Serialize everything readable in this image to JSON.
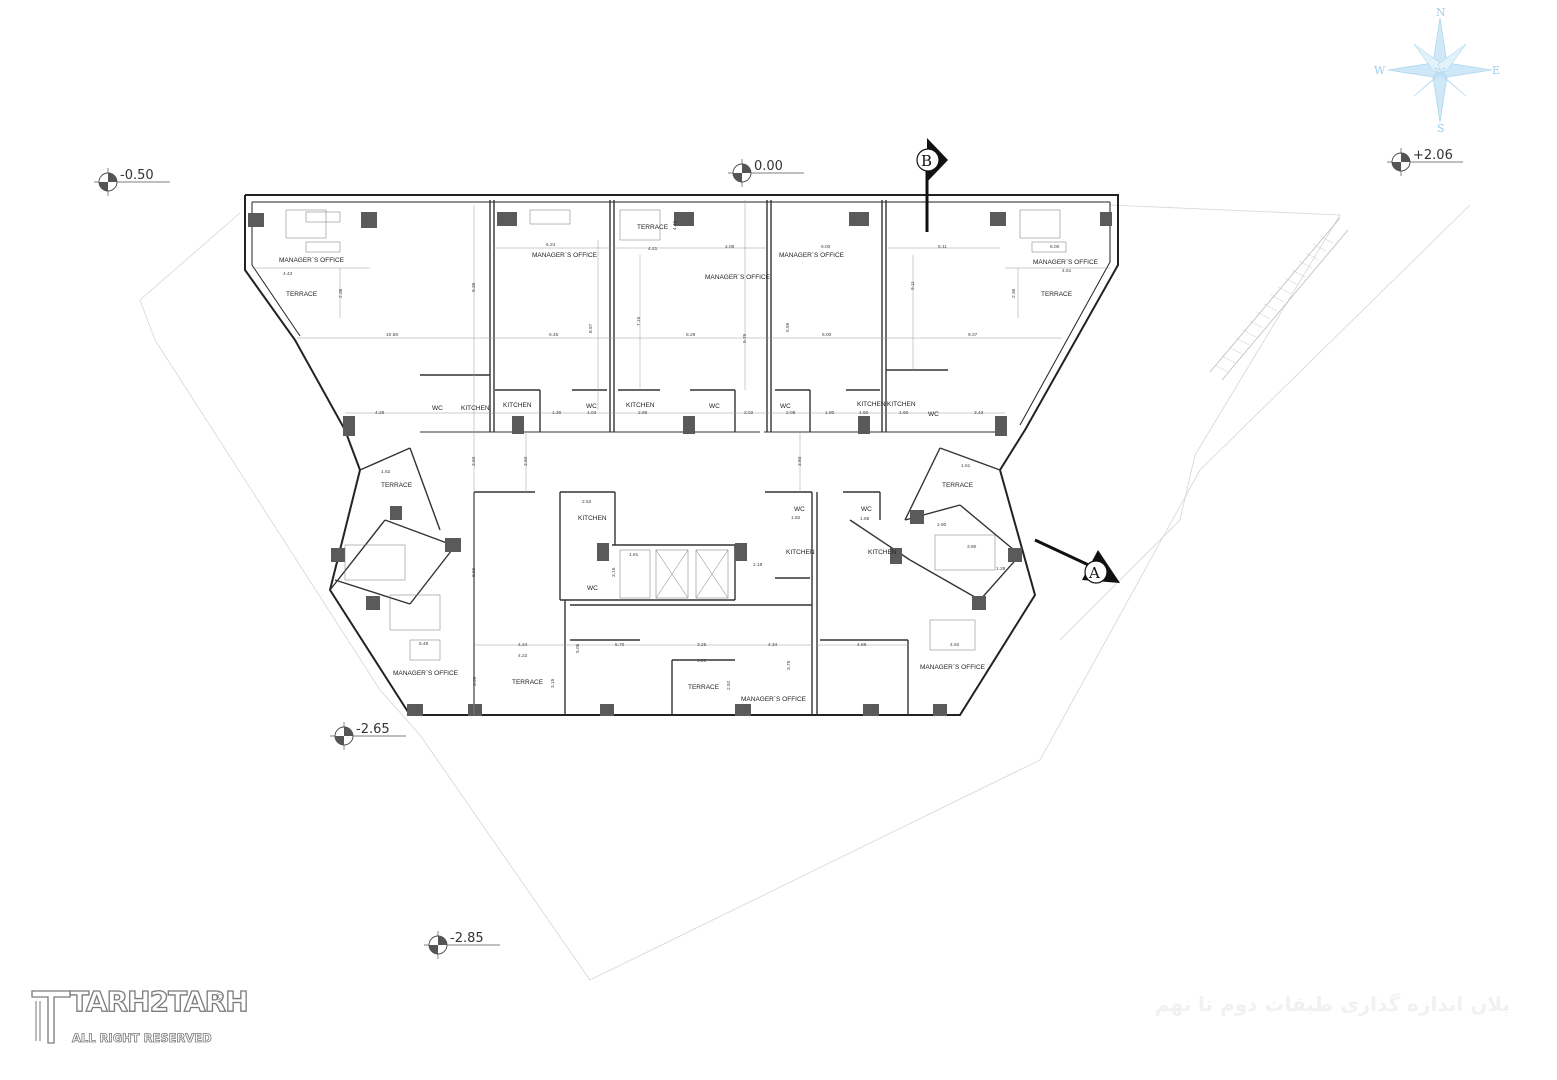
{
  "levels": {
    "l_minus_050": "-0.50",
    "l_000": "0.00",
    "l_plus_206": "+2.06",
    "l_minus_265": "-2.65",
    "l_minus_285": "-2.85"
  },
  "compass": {
    "n": "N",
    "s": "S",
    "e": "E",
    "w": "W"
  },
  "sections": {
    "b": "B",
    "a": "A"
  },
  "rooms": {
    "managers_office": "MANAGER`S OFFICE",
    "terrace": "TERRACE",
    "kitchen": "KITCHEN",
    "wc": "WC"
  },
  "dims": {
    "d_10_58": "10.58",
    "d_6_45": "6.45",
    "d_8_29": "8.29",
    "d_6_00": "6.00",
    "d_9_37": "9.37",
    "d_9_39": "9.39",
    "d_8_97": "8.97",
    "d_7_15": "7.15",
    "d_5_79": "5.79",
    "d_5_95": "5.95",
    "d_9_11": "9.11",
    "d_4_43": "4.43",
    "d_4_51": "4.51",
    "d_2_36": "2.36",
    "d_4_29": "4.29",
    "d_3_43": "3.43",
    "d_6_24": "6.24",
    "d_4_21": "4.21",
    "d_4_06": "4.06",
    "d_6_11": "6.11",
    "d_4_46": "4.46",
    "d_1_30": "1.30",
    "d_1_80": "1.80",
    "d_2_02": "2.02",
    "d_2_86": "2.86",
    "d_2_08": "2.08",
    "d_1_60": "1.60",
    "d_1_04": "1.04",
    "d_1_50": "1.50",
    "d_3_60": "3.60",
    "d_8_56": "8.56",
    "d_2_52": "2.52",
    "d_1_81": "1.81",
    "d_3_15": "3.15",
    "d_2_18": "2.18",
    "d_1_82": "1.82",
    "d_5_06": "5.06",
    "d_5_70": "5.70",
    "d_3_25": "3.25",
    "d_3_20": "3.20",
    "d_4_34": "4.34",
    "d_4_69": "4.69",
    "d_4_24": "4.24",
    "d_4_22": "4.22",
    "d_5_48": "5.48",
    "d_4_62": "4.62",
    "d_3_75": "3.75",
    "d_3_05": "3.05",
    "d_2_92": "2.92",
    "d_1_62": "1.62",
    "d_1_61": "1.61",
    "d_2_90": "2.90",
    "d_3_80": "3.80",
    "d_1_28": "1.28",
    "d_1_55": "1.55"
  },
  "brand": {
    "name": "TARH2TARH",
    "rights": "ALL RIGHT RESERVED",
    "reg_mark": "©"
  },
  "plan_title": "پلان اندازه گذاری طبقات دوم تا نهم",
  "colors": {
    "wall": "#222222",
    "column": "#5a5a5a",
    "dim_line": "#8a8a8a",
    "site_line": "#d2d2d2",
    "compass": "#b9dcf2",
    "watermark": "#f0f0f0"
  }
}
